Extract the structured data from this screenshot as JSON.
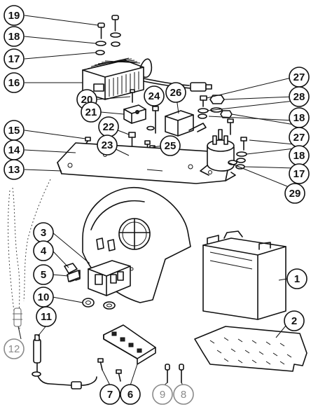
{
  "callouts": [
    {
      "id": "c1",
      "label": "1"
    },
    {
      "id": "c2",
      "label": "2"
    },
    {
      "id": "c3",
      "label": "3"
    },
    {
      "id": "c4",
      "label": "4"
    },
    {
      "id": "c5",
      "label": "5"
    },
    {
      "id": "c6",
      "label": "6"
    },
    {
      "id": "c7",
      "label": "7"
    },
    {
      "id": "c8",
      "label": "8"
    },
    {
      "id": "c9",
      "label": "9"
    },
    {
      "id": "c10",
      "label": "10"
    },
    {
      "id": "c11",
      "label": "11"
    },
    {
      "id": "c12",
      "label": "12"
    },
    {
      "id": "c13",
      "label": "13"
    },
    {
      "id": "c14",
      "label": "14"
    },
    {
      "id": "c15",
      "label": "15"
    },
    {
      "id": "c16",
      "label": "16"
    },
    {
      "id": "c17a",
      "label": "17"
    },
    {
      "id": "c17b",
      "label": "17"
    },
    {
      "id": "c18a",
      "label": "18"
    },
    {
      "id": "c18b",
      "label": "18"
    },
    {
      "id": "c18c",
      "label": "18"
    },
    {
      "id": "c19",
      "label": "19"
    },
    {
      "id": "c20",
      "label": "20"
    },
    {
      "id": "c21",
      "label": "21"
    },
    {
      "id": "c22",
      "label": "22"
    },
    {
      "id": "c23",
      "label": "23"
    },
    {
      "id": "c24",
      "label": "24"
    },
    {
      "id": "c25",
      "label": "25"
    },
    {
      "id": "c26",
      "label": "26"
    },
    {
      "id": "c27a",
      "label": "27"
    },
    {
      "id": "c27b",
      "label": "27"
    },
    {
      "id": "c28",
      "label": "28"
    },
    {
      "id": "c29",
      "label": "29"
    }
  ]
}
